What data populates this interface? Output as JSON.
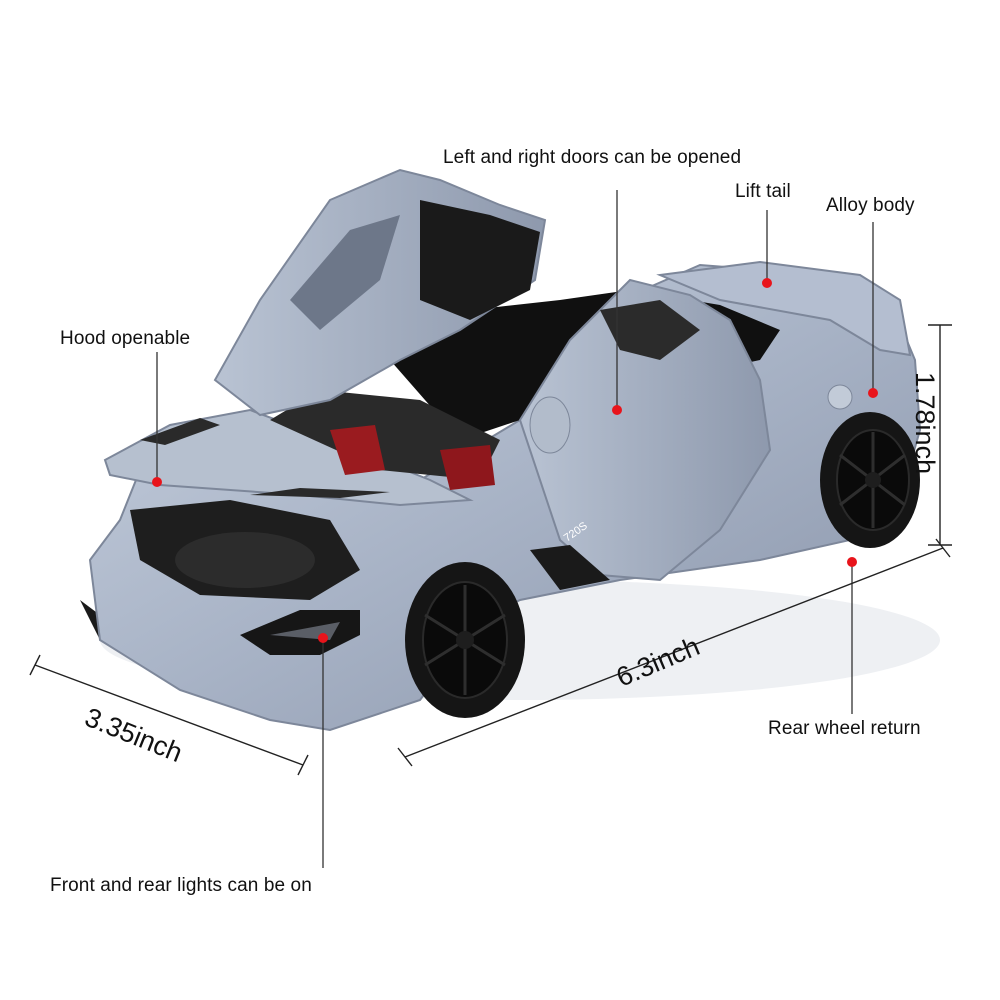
{
  "callouts": {
    "doors": "Left and right doors can be opened",
    "lift_tail": "Lift tail",
    "alloy_body": "Alloy body",
    "hood": "Hood openable",
    "rear_wheel": "Rear wheel return",
    "lights": "Front and rear lights can be on"
  },
  "dimensions": {
    "length": "6.3inch",
    "width": "3.35inch",
    "height": "1.78inch"
  },
  "car_badge": "720S",
  "colors": {
    "body": "#a9b4c6",
    "marker": "#e8141b",
    "tires": "#141414"
  }
}
